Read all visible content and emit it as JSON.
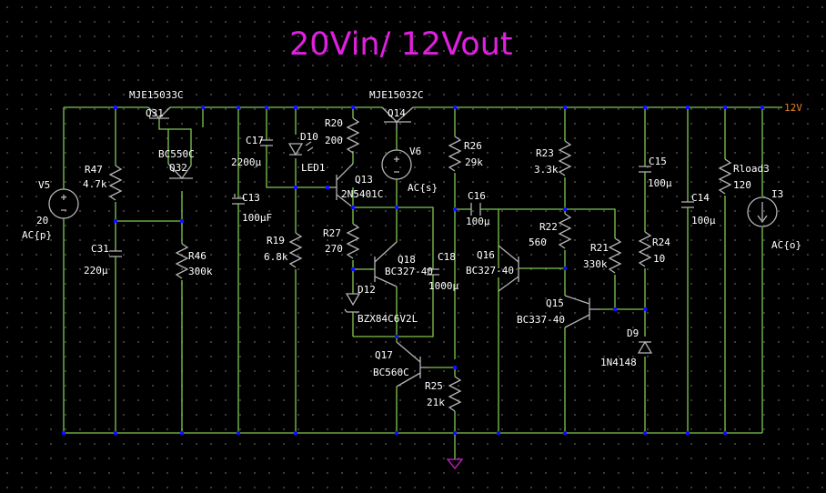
{
  "title": "20Vin/ 12Vout",
  "output_net": "12V",
  "colors": {
    "background": "#000000",
    "wire": "#7ec850",
    "component": "#b4b4b4",
    "junction": "#1010ff",
    "title": "#e020e0",
    "net_label": "#e08020",
    "ground": "#d020d0",
    "text": "#ffffff"
  },
  "components": {
    "V5": {
      "name": "V5",
      "value": "20",
      "spec": "AC{p}"
    },
    "R47": {
      "name": "R47",
      "value": "4.7k"
    },
    "C31": {
      "name": "C31",
      "value": "220µ"
    },
    "Q31": {
      "name": "Q31",
      "model": "MJE15033C"
    },
    "Q32": {
      "name": "Q32",
      "model": "BC550C"
    },
    "R46": {
      "name": "R46",
      "value": "300k"
    },
    "C13": {
      "name": "C13",
      "value": "100µF"
    },
    "C17": {
      "name": "C17",
      "value": "2200µ"
    },
    "D10": {
      "name": "D10",
      "model": "LED1"
    },
    "R19": {
      "name": "R19",
      "value": "6.8k"
    },
    "R20": {
      "name": "R20",
      "value": "200"
    },
    "Q13": {
      "name": "Q13",
      "model": "2N5401C"
    },
    "Q14": {
      "name": "Q14",
      "model": "MJE15032C"
    },
    "V6": {
      "name": "V6",
      "spec": "AC{s}"
    },
    "R27": {
      "name": "R27",
      "value": "270"
    },
    "Q18": {
      "name": "Q18",
      "model": "BC327-40"
    },
    "C18": {
      "name": "C18",
      "value": "1000µ"
    },
    "D12": {
      "name": "D12",
      "model": "BZX84C6V2L"
    },
    "Q17": {
      "name": "Q17",
      "model": "BC560C"
    },
    "R25": {
      "name": "R25",
      "value": "21k"
    },
    "R26": {
      "name": "R26",
      "value": "29k"
    },
    "C16": {
      "name": "C16",
      "value": "100µ"
    },
    "Q16": {
      "name": "Q16",
      "model": "BC327-40"
    },
    "R23": {
      "name": "R23",
      "value": "3.3k"
    },
    "R22": {
      "name": "R22",
      "value": "560"
    },
    "R21": {
      "name": "R21",
      "value": "330k"
    },
    "Q15": {
      "name": "Q15",
      "model": "BC337-40"
    },
    "C15": {
      "name": "C15",
      "value": "100µ"
    },
    "R24": {
      "name": "R24",
      "value": "10"
    },
    "D9": {
      "name": "D9",
      "model": "1N4148"
    },
    "C14": {
      "name": "C14",
      "value": "100µ"
    },
    "Rload3": {
      "name": "Rload3",
      "value": "120"
    },
    "I3": {
      "name": "I3",
      "spec": "AC{o}"
    }
  }
}
